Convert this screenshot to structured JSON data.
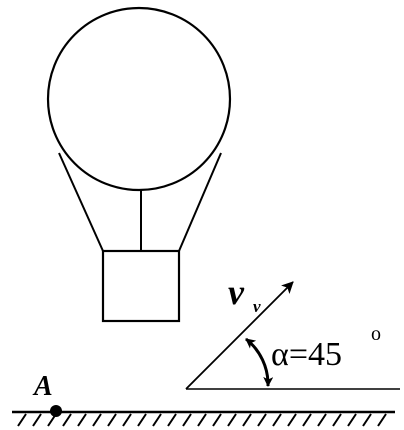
{
  "labels": {
    "point": "A",
    "velocity_symbol": "v",
    "velocity_subscript": "v",
    "angle_text": "α=45",
    "angle_unit": "o"
  },
  "colors": {
    "stroke": "#000000",
    "background": "#ffffff"
  }
}
